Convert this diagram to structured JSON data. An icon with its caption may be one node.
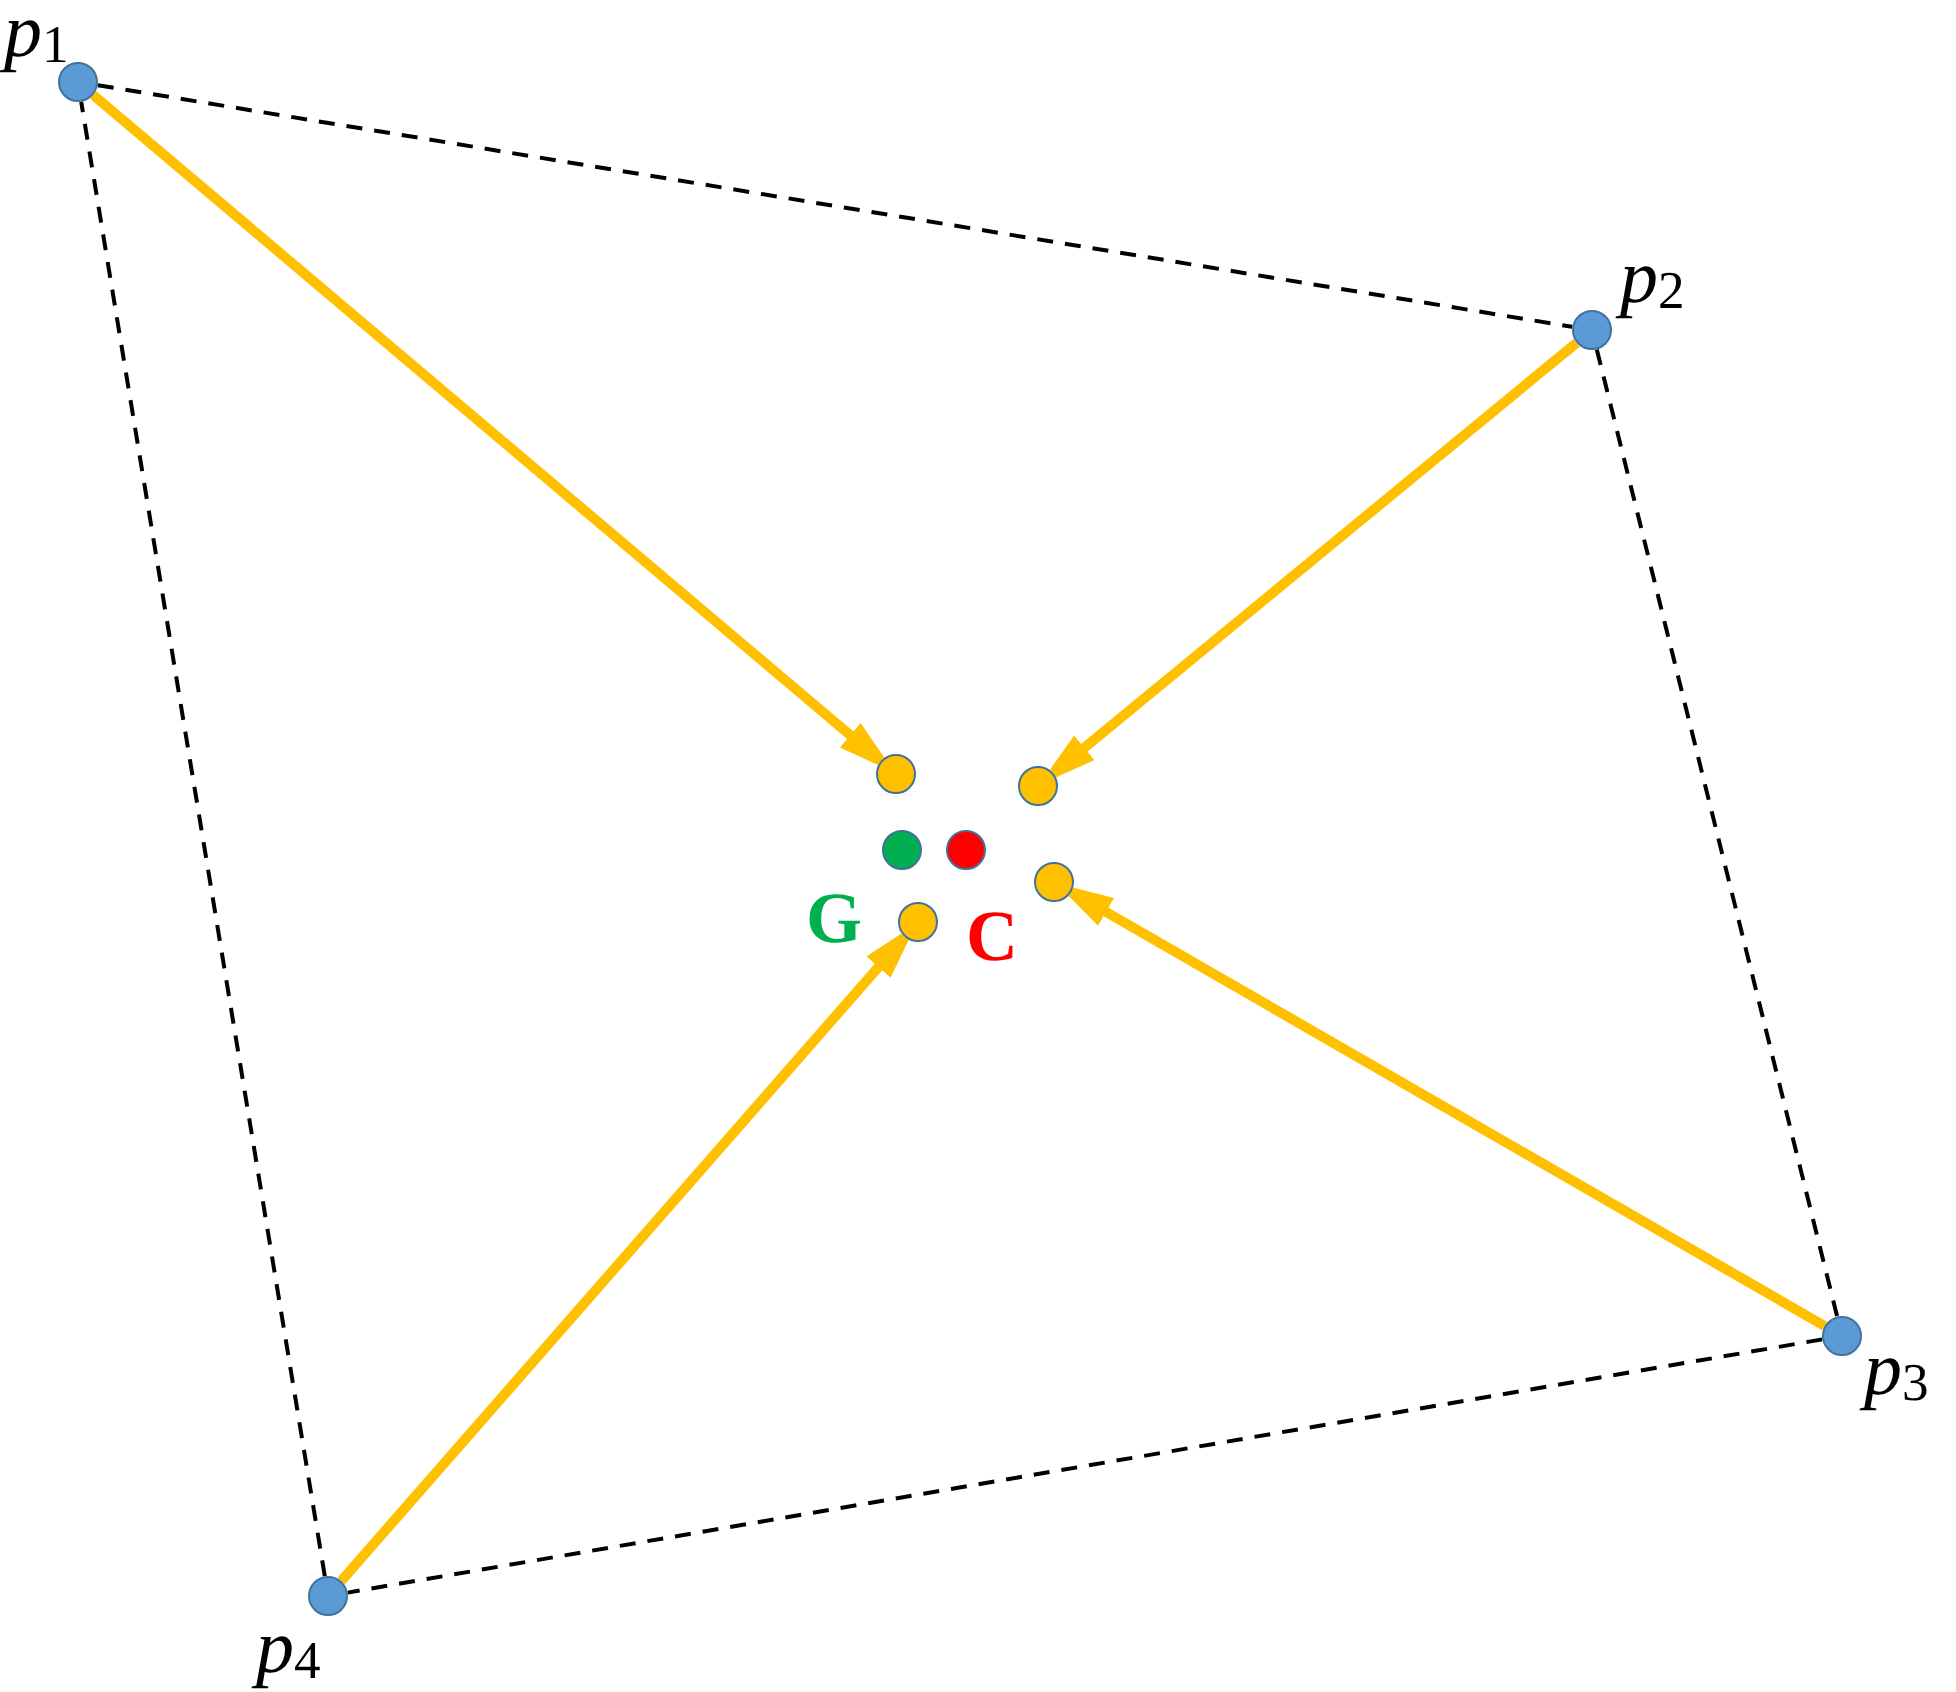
{
  "diagram": {
    "nodes": [
      {
        "text": [],
        "shape": "circle",
        "beside": [
          "*p*$_{1}$"
        ]
      },
      {
        "text": [],
        "shape": "circle",
        "beside": [
          "*p*$_{2}$"
        ]
      },
      {
        "text": [],
        "shape": "circle"
      },
      {
        "text": [],
        "shape": "circle"
      },
      {
        "text": [],
        "shape": "circle",
        "beside": [
          "G"
        ]
      },
      {
        "text": [],
        "shape": "circle",
        "beside": [
          "C"
        ]
      },
      {
        "text": [],
        "shape": "circle"
      },
      {
        "text": [],
        "shape": "circle"
      },
      {
        "text": [],
        "shape": "circle",
        "beside": [
          "*p*$_{3}$"
        ]
      },
      {
        "text": [],
        "shape": "circle",
        "beside": [
          "*p*$_{4}$"
        ]
      }
    ],
    "edges": [
      {
        "from": 0,
        "to": 1,
        "arrow": "none",
        "style": "dashed"
      },
      {
        "from": 1,
        "to": 8,
        "arrow": "none",
        "style": "dashed"
      },
      {
        "from": 8,
        "to": 9,
        "arrow": "none",
        "style": "dashed"
      },
      {
        "from": 9,
        "to": 0,
        "arrow": "none",
        "style": "dashed"
      },
      {
        "from": 0,
        "to": 2,
        "arrow": "to",
        "style": "thick",
        "color": "#ffc000"
      },
      {
        "from": 1,
        "to": 3,
        "arrow": "to",
        "style": "thick",
        "color": "#ffc000"
      },
      {
        "from": 8,
        "to": 6,
        "arrow": "to",
        "style": "thick",
        "color": "#ffc000"
      },
      {
        "from": 9,
        "to": 7,
        "arrow": "to",
        "style": "thick",
        "color": "#ffc000"
      }
    ]
  }
}
